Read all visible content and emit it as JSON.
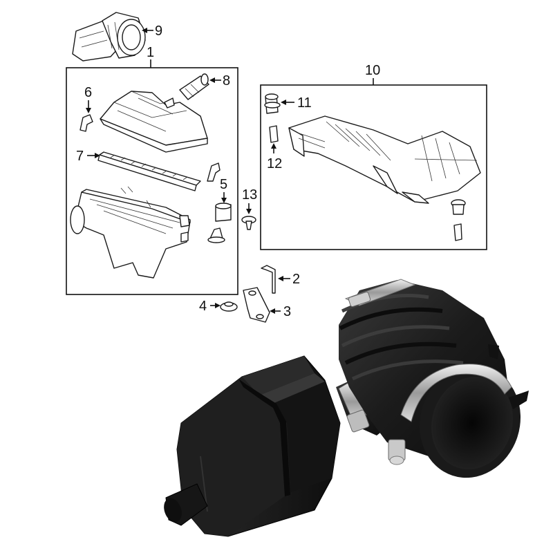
{
  "callouts": {
    "n1": "1",
    "n2": "2",
    "n3": "3",
    "n4": "4",
    "n5": "5",
    "n6": "6",
    "n7": "7",
    "n8": "8",
    "n9": "9",
    "n10": "10",
    "n11": "11",
    "n12": "12",
    "n13": "13"
  },
  "colors": {
    "line": "#111111",
    "rubber": "#161616",
    "clamp": "#c9c9c9"
  }
}
